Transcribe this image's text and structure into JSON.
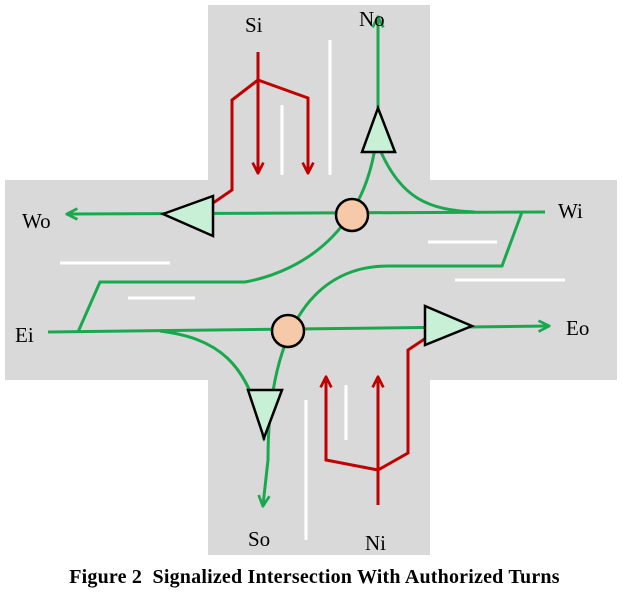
{
  "labels": {
    "si": "Si",
    "no": "No",
    "wo": "Wo",
    "wi": "Wi",
    "ei": "Ei",
    "eo": "Eo",
    "so": "So",
    "ni": "Ni"
  },
  "caption": "Figure 2  Signalized Intersection With Authorized Turns",
  "colors": {
    "road": "#d9d9d9",
    "lane_marking": "#ffffff",
    "green_path": "#1aa84f",
    "red_path": "#c00000",
    "signal_triangle": "#c8f0d6",
    "conflict_circle": "#f6c9a8",
    "outline": "#000000"
  }
}
